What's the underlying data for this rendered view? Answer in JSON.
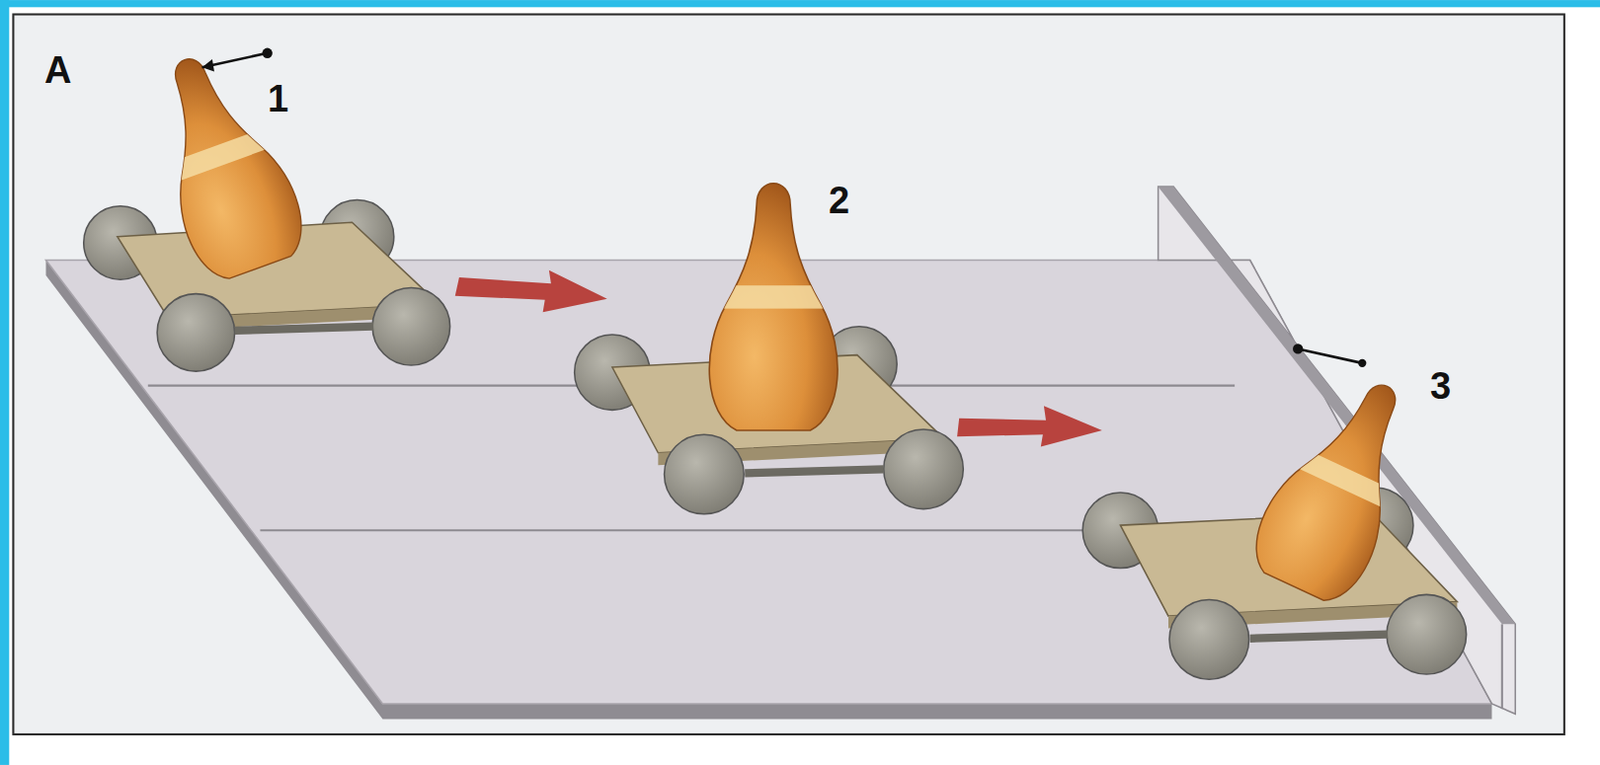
{
  "diagram": {
    "labels": [
      "A",
      "1",
      "2",
      "3"
    ]
  }
}
